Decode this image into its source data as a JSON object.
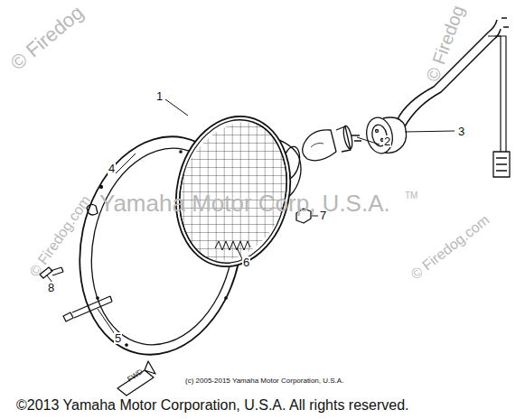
{
  "diagram": {
    "labels": [
      "© Firedog",
      "© Firedog",
      "1",
      "2",
      "3",
      "4",
      "Yamaha Motor Corp, U.S.A.",
      "TM",
      "© Firedog.com",
      "© Firedog.com",
      "7",
      "6",
      "8",
      "5",
      "FWD",
      "(c) 2005-2015 Yamaha Motor Corporation, U.S.A.",
      "©2013 Yamaha Motor Corporation, U.S.A. All rights reserved."
    ]
  }
}
